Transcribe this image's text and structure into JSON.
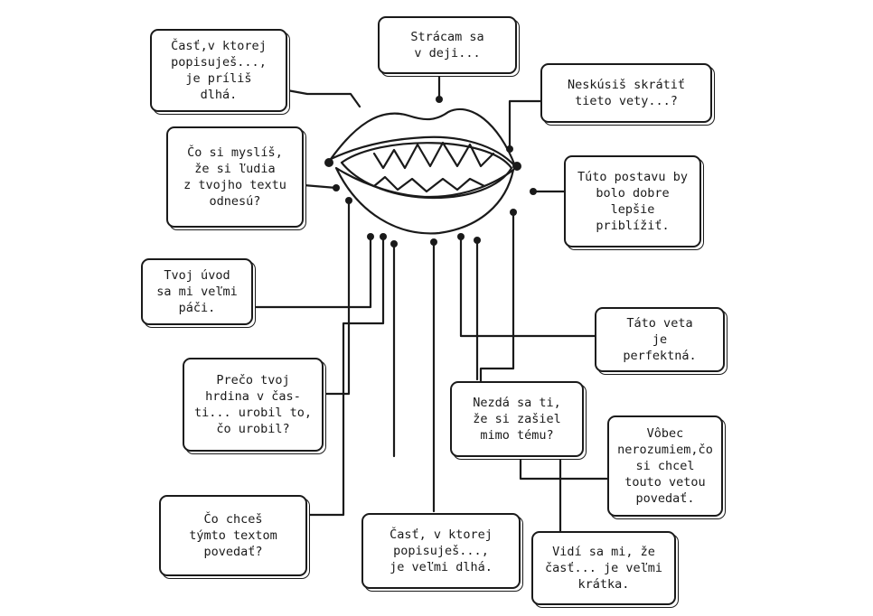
{
  "bubbles": {
    "b01": "Časť,v ktorej\npopisuješ...,\nje príliš\ndlhá.",
    "b02": "Strácam sa\nv deji...",
    "b03": "Neskúsiš skrátiť\ntieto vety...?",
    "b04": "Čo si myslíš,\nže si ľudia\nz tvojho textu\nodnesú?",
    "b05": "Túto postavu by\nbolo dobre\nlepšie\npriblížiť.",
    "b06": "Tvoj úvod\nsa mi veľmi\npáči.",
    "b07": "Táto veta\nje\nperfektná.",
    "b08": "Prečo tvoj\nhrdina v čas-\nti... urobil to,\nčo urobil?",
    "b09": "Nezdá sa ti,\nže si zašiel\nmimo tému?",
    "b10": "Vôbec\nnerozumiem,čo\nsi chcel\ntouto vetou\npovedať.",
    "b11": "Čo chceš\ntýmto textom\npovedať?",
    "b12": "Časť, v ktorej\npopisuješ...,\nje veľmi dlhá.",
    "b13": "Vidí sa mi, že\nčasť... je veľmi\nkrátka."
  },
  "colors": {
    "lips": "#d4cc2e",
    "ink": "#1a1a1a",
    "teeth": "#ffffff"
  },
  "icons": {
    "center": "mouth-icon"
  }
}
